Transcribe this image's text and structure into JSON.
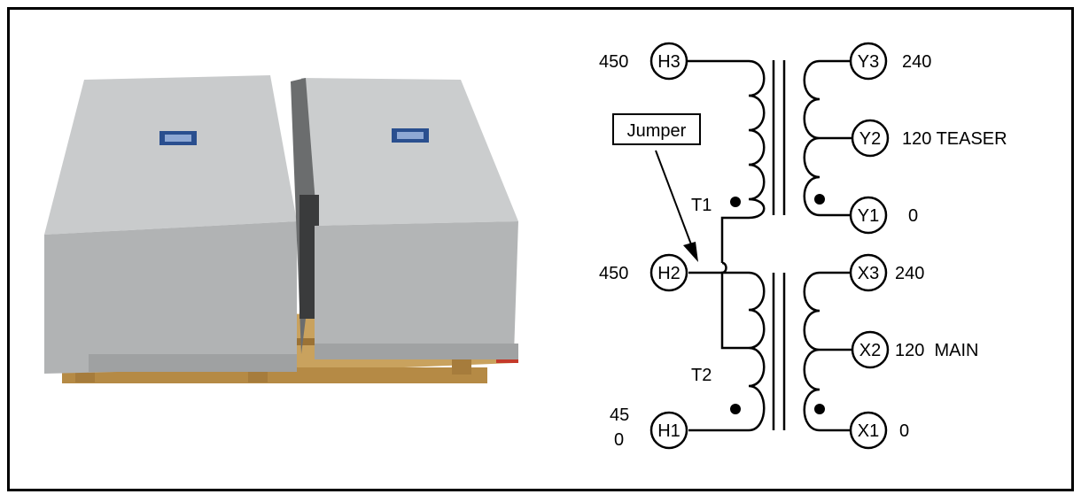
{
  "photo": {
    "description_icon": "two-enclosed-transformers-on-pallet"
  },
  "diagram": {
    "jumper_label": "Jumper",
    "teaser_transformer": {
      "label": "T1",
      "primary_top_terminal": "H3",
      "primary_top_voltage": "450",
      "primary_bottom_terminal": "H2",
      "primary_bottom_voltage": "450",
      "secondary_top_terminal": "Y3",
      "secondary_top_voltage": "240",
      "secondary_mid_terminal": "Y2",
      "secondary_mid_voltage": "120 TEASER",
      "secondary_bottom_terminal": "Y1",
      "secondary_bottom_voltage": "0"
    },
    "main_transformer": {
      "label": "T2",
      "primary_bottom_terminal": "H1",
      "primary_bottom_voltage_line1": "45",
      "primary_bottom_voltage_line2": "0",
      "secondary_top_terminal": "X3",
      "secondary_top_voltage": "240",
      "secondary_mid_terminal": "X2",
      "secondary_mid_voltage": "120  MAIN",
      "secondary_bottom_terminal": "X1",
      "secondary_bottom_voltage": "0"
    }
  },
  "colors": {
    "frame": "#000000",
    "enclosure": "#b5b7b8",
    "pallet": "#c9a25e",
    "nameplate": "#2a4f8f"
  }
}
